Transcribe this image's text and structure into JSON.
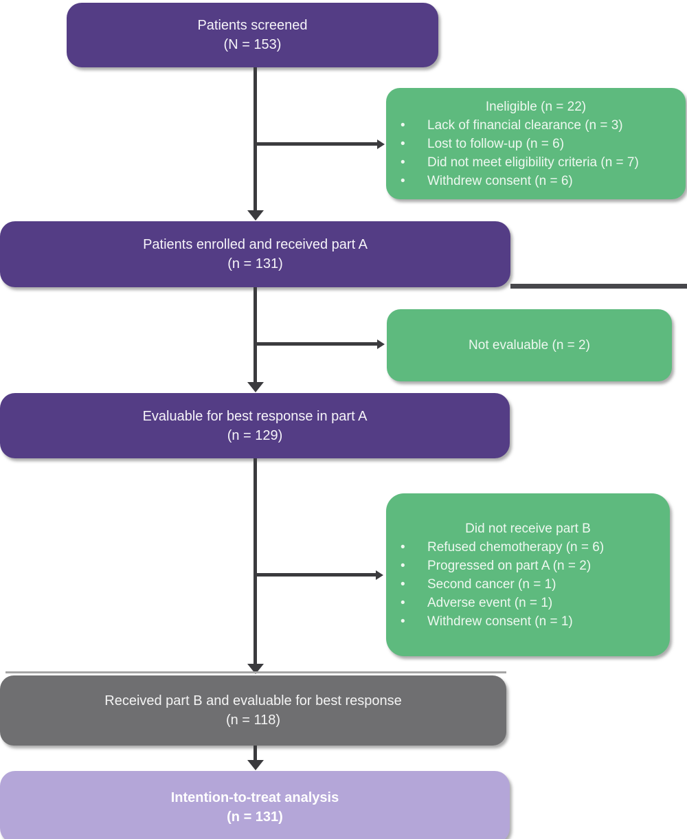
{
  "palette": {
    "purple": "#543d85",
    "light_purple": "#b4a6d8",
    "green": "#5eba7e",
    "gray": "#6f6f71",
    "connector": "#3b3b3e",
    "background": "#ffffff"
  },
  "boxes": {
    "screened": {
      "line1": "Patients screened",
      "line2": "(N = 153)"
    },
    "ineligible": {
      "title": "Ineligible (n = 22)",
      "bullets": [
        "Lack of financial clearance (n = 3)",
        "Lost to follow-up (n = 6)",
        "Did not meet eligibility criteria (n = 7)",
        "Withdrew consent (n = 6)"
      ]
    },
    "enrolled": {
      "line1": "Patients enrolled and received part A",
      "line2": "(n = 131)"
    },
    "not_evaluable": {
      "title": "Not evaluable (n = 2)"
    },
    "evaluable": {
      "line1": "Evaluable for best response in part A",
      "line2": "(n = 129)"
    },
    "no_part_b": {
      "title": "Did not receive part B",
      "bullets": [
        "Refused chemotherapy (n = 6)",
        "Progressed on part A (n = 2)",
        "Second cancer (n = 1)",
        "Adverse event (n = 1)",
        "Withdrew consent (n = 1)"
      ]
    },
    "received_part_b": {
      "line1": "Received part B and evaluable for best response",
      "line2": "(n = 118)"
    },
    "itt": {
      "line1": "Intention-to-treat analysis",
      "line2": "(n = 131)"
    }
  }
}
